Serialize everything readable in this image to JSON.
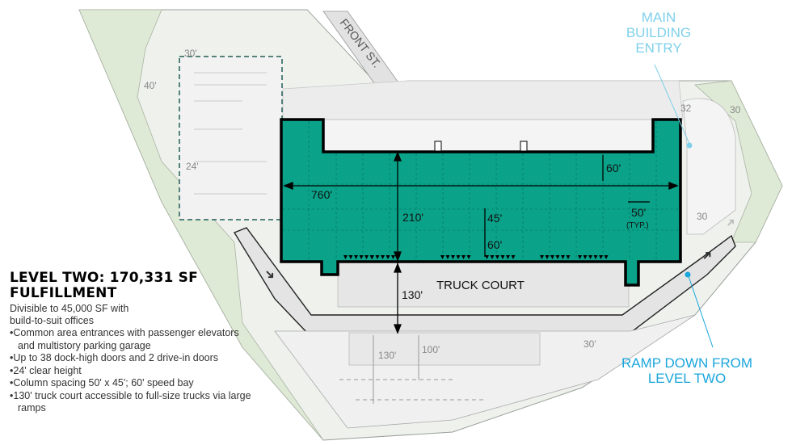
{
  "title": {
    "line1": "LEVEL TWO: 170,331 SF",
    "line2": "FULFILLMENT"
  },
  "subtitle": {
    "line1": "Divisible to 45,000 SF with",
    "line2": "build-to-suit offices"
  },
  "features": [
    "Common area entrances with passenger elevators and multistory parking garage",
    "Up to 38 dock-high doors and 2 drive-in doors",
    "24' clear height",
    "Column spacing 50' x 45'; 60' speed bay",
    "130' truck court accessible to full-size trucks via large ramps"
  ],
  "callouts": {
    "entry": {
      "line1": "MAIN",
      "line2": "BUILDING",
      "line3": "ENTRY"
    },
    "ramp": {
      "line1": "RAMP DOWN FROM",
      "line2": "LEVEL TWO"
    }
  },
  "plan": {
    "street": "FRONT ST.",
    "truck_court": "TRUCK COURT",
    "dims": {
      "length": "760'",
      "depth": "210'",
      "speed_bay_top": "60'",
      "column_bay": "45'",
      "speed_bay_bottom": "60'",
      "column_width": "50'",
      "typ": "(TYP.)",
      "truck_court_depth": "130'",
      "lower_130": "130'",
      "lower_100": "100'",
      "garage_30": "30'",
      "garage_40": "40'",
      "garage_24": "24'",
      "right_32": "32",
      "right_30_top": "30",
      "right_30_mid": "30",
      "bottom_30": "30'"
    }
  },
  "colors": {
    "building": "#0aa38a",
    "callout_light": "#7fd0ea",
    "callout": "#1aa6dc",
    "landscape": "#dfead6",
    "paving": "#e6e6e6",
    "garage_outline": "#1f5e55"
  }
}
